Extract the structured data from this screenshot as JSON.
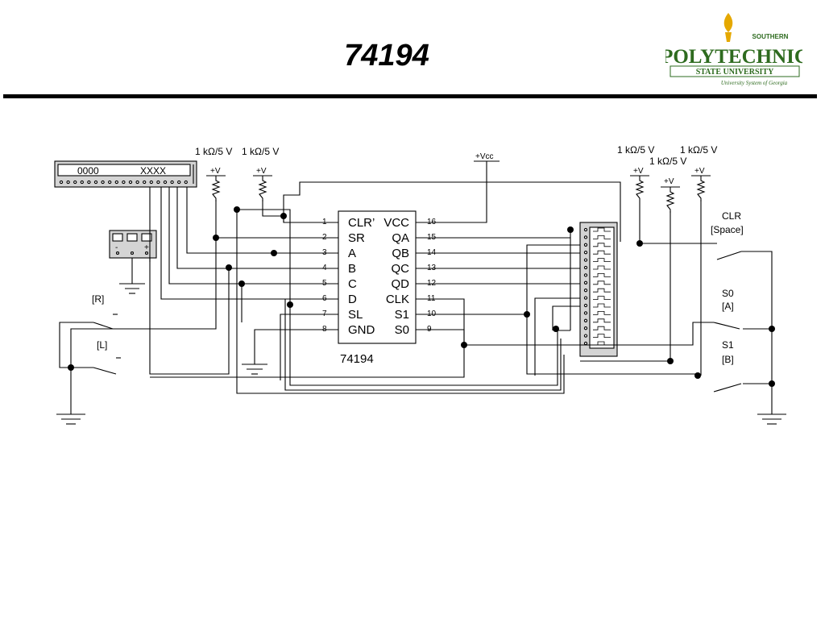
{
  "slide": {
    "title": "74194",
    "logo": {
      "southern": "SOUTHERN",
      "polytechnic": "POLYTECHNIC",
      "state_university": "STATE UNIVERSITY",
      "system": "University System of Georgia",
      "brand_color": "#2e6b1f"
    }
  },
  "diagram": {
    "ic_name": "74194",
    "pins_left": [
      {
        "num": "1",
        "name": "CLR’"
      },
      {
        "num": "2",
        "name": "SR"
      },
      {
        "num": "3",
        "name": "A"
      },
      {
        "num": "4",
        "name": "B"
      },
      {
        "num": "5",
        "name": "C"
      },
      {
        "num": "6",
        "name": "D"
      },
      {
        "num": "7",
        "name": "SL"
      },
      {
        "num": "8",
        "name": "GND"
      }
    ],
    "pins_right": [
      {
        "num": "16",
        "name": "VCC"
      },
      {
        "num": "15",
        "name": "QA"
      },
      {
        "num": "14",
        "name": "QB"
      },
      {
        "num": "13",
        "name": "QC"
      },
      {
        "num": "12",
        "name": "QD"
      },
      {
        "num": "11",
        "name": "CLK"
      },
      {
        "num": "10",
        "name": "S1"
      },
      {
        "num": "9",
        "name": "S0"
      }
    ],
    "word_generator": {
      "left_value": "0000",
      "right_value": "XXXX"
    },
    "resistor_labels": [
      "1 kΩ/5 V",
      "1 kΩ/5 V",
      "1 kΩ/5 V",
      "1 kΩ/5 V",
      "1 kΩ/5 V"
    ],
    "plus_v": "+V",
    "vcc_label": "+Vcc",
    "switches": {
      "r": "[R]",
      "l": "[L]",
      "clr_line1": "CLR",
      "clr_line2": "[Space]",
      "s0_line1": "S0",
      "s0_line2": "[A]",
      "s1_line1": "S1",
      "s1_line2": "[B]"
    },
    "generator_signs": {
      "minus": "-",
      "plus": "+"
    }
  }
}
